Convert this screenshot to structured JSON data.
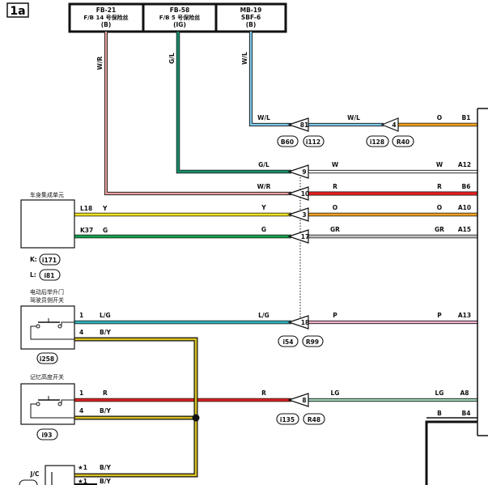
{
  "page_tag": "1a",
  "fuses": [
    {
      "code": "FB-21",
      "line2": "F/B 14 号保险丝",
      "line3": "(B)"
    },
    {
      "code": "FB-58",
      "line2": "F/B 5 号保险丝",
      "line3": "(IG)"
    },
    {
      "code": "MB-19",
      "line2": "SBF-6",
      "line3": "(B)"
    }
  ],
  "wire_codes": {
    "fuse1": "W/R",
    "fuse2": "G/L",
    "fuse3": "W/L"
  },
  "connectors": [
    {
      "id": "c81",
      "pin": "81",
      "left": "W/L",
      "mid": "W/L",
      "right": "",
      "term": "",
      "pills": [
        "B60",
        "i112"
      ]
    },
    {
      "id": "c4a",
      "pin": "4",
      "left": "",
      "mid": "",
      "right": "O",
      "term": "B1",
      "pills": [
        "i128",
        "R40"
      ]
    },
    {
      "id": "c9",
      "pin": "9",
      "left": "G/L",
      "mid": "W",
      "right": "W",
      "term": "A12",
      "pills": []
    },
    {
      "id": "c10",
      "pin": "10",
      "left": "W/R",
      "mid": "R",
      "right": "R",
      "term": "B6",
      "pills": []
    },
    {
      "id": "c3",
      "pin": "3",
      "left": "Y",
      "mid": "O",
      "right": "O",
      "term": "A10",
      "pills": []
    },
    {
      "id": "c17",
      "pin": "17",
      "left": "G",
      "mid": "GR",
      "right": "GR",
      "term": "A15",
      "pills": []
    },
    {
      "id": "c18",
      "pin": "18",
      "left": "L/G",
      "mid": "P",
      "right": "P",
      "term": "A13",
      "pills": [
        "i54",
        "R99"
      ]
    },
    {
      "id": "c8",
      "pin": "8",
      "left": "R",
      "mid": "LG",
      "right": "LG",
      "term": "A8",
      "pills": [
        "i135",
        "R48"
      ]
    },
    {
      "id": "cB",
      "pin": "",
      "left": "",
      "mid": "",
      "right": "B",
      "term": "B4",
      "pills": []
    }
  ],
  "body_unit": {
    "title": "车身集成单元",
    "pins": [
      {
        "pin": "L18",
        "wire": "Y"
      },
      {
        "pin": "K37",
        "wire": "G"
      }
    ],
    "variants": [
      {
        "label": "K:",
        "code": "i171"
      },
      {
        "label": "L:",
        "code": "i81"
      }
    ]
  },
  "tailgate_switch": {
    "title_line1": "电动后举升门",
    "title_line2": "驾驶员侧开关",
    "pins": [
      {
        "pin": "1",
        "wire": "L/G"
      },
      {
        "pin": "4",
        "wire": "B/Y"
      }
    ],
    "code": "i258"
  },
  "memory_switch": {
    "title": "记忆高度开关",
    "pins": [
      {
        "pin": "1",
        "wire": "R"
      },
      {
        "pin": "4",
        "wire": "B/Y"
      }
    ],
    "code": "i93"
  },
  "jc": {
    "label": "J/C",
    "pins": [
      {
        "pin": "★1",
        "wire": "B/Y"
      },
      {
        "pin": "★1",
        "wire": "B/Y"
      }
    ]
  },
  "colors": {
    "W/R": "#e07070",
    "G/L": "#1a8c6a",
    "W/L": "#7ec8e8",
    "O": "#f0a020",
    "R": "#e02020",
    "Y": "#f2e020",
    "G": "#18a050",
    "GR": "#c0c0c0",
    "L/G": "#30b0b8",
    "P": "#f0b0d0",
    "LG": "#a0d8b8",
    "B/Y": "#d8c020"
  }
}
